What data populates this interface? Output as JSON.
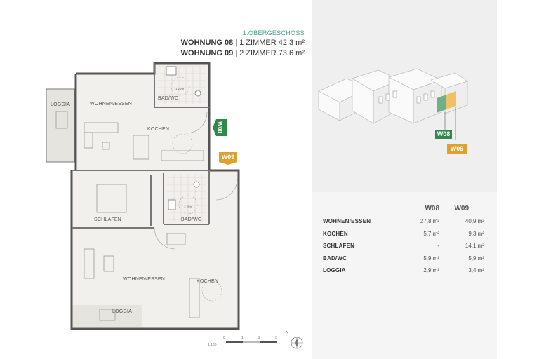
{
  "header": {
    "floor": "1.OBERGESCHOSS",
    "units": [
      {
        "name": "WOHNUNG 08",
        "desc": "1 ZIMMER 42,3 m²"
      },
      {
        "name": "WOHNUNG 09",
        "desc": "2 ZIMMER 73,6 m²"
      }
    ]
  },
  "plan": {
    "rooms": {
      "loggia_top": "LOGGIA",
      "wohnen_top": "WOHNEN/ESSEN",
      "bad_top": "BAD/WC",
      "kochen_top": "KOCHEN",
      "schlafen": "SCHLAFEN",
      "bad_bottom": "BAD/WC",
      "wohnen_bottom": "WOHNEN/ESSEN",
      "kochen_bottom": "KOCHEN",
      "loggia_bottom": "LOGGIA"
    },
    "dims": {
      "d1": "1,20m",
      "d2": "1,20m"
    },
    "tags": {
      "w08": "W08",
      "w09": "W09"
    }
  },
  "scale": {
    "ratio": "1:100",
    "ticks": [
      "0",
      "1",
      "2",
      "3"
    ],
    "north": "N"
  },
  "building": {
    "tags": {
      "w08": "W08",
      "w09": "W09"
    }
  },
  "table": {
    "headers": [
      "W08",
      "W09"
    ],
    "rows": [
      {
        "label": "WOHNEN/ESSEN",
        "w08": "27,8 m²",
        "w09": "40,9 m²"
      },
      {
        "label": "KOCHEN",
        "w08": "5,7 m²",
        "w09": "9,3 m²"
      },
      {
        "label": "SCHLAFEN",
        "w08": "-",
        "w09": "14,1 m²"
      },
      {
        "label": "BAD/WC",
        "w08": "5,9 m²",
        "w09": "5,9 m²"
      },
      {
        "label": "LOGGIA",
        "w08": "2,9 m²",
        "w09": "3,4 m²"
      }
    ]
  },
  "colors": {
    "w08": "#2f8a4a",
    "w09": "#e0a12a",
    "floor": "#4aa38a"
  }
}
